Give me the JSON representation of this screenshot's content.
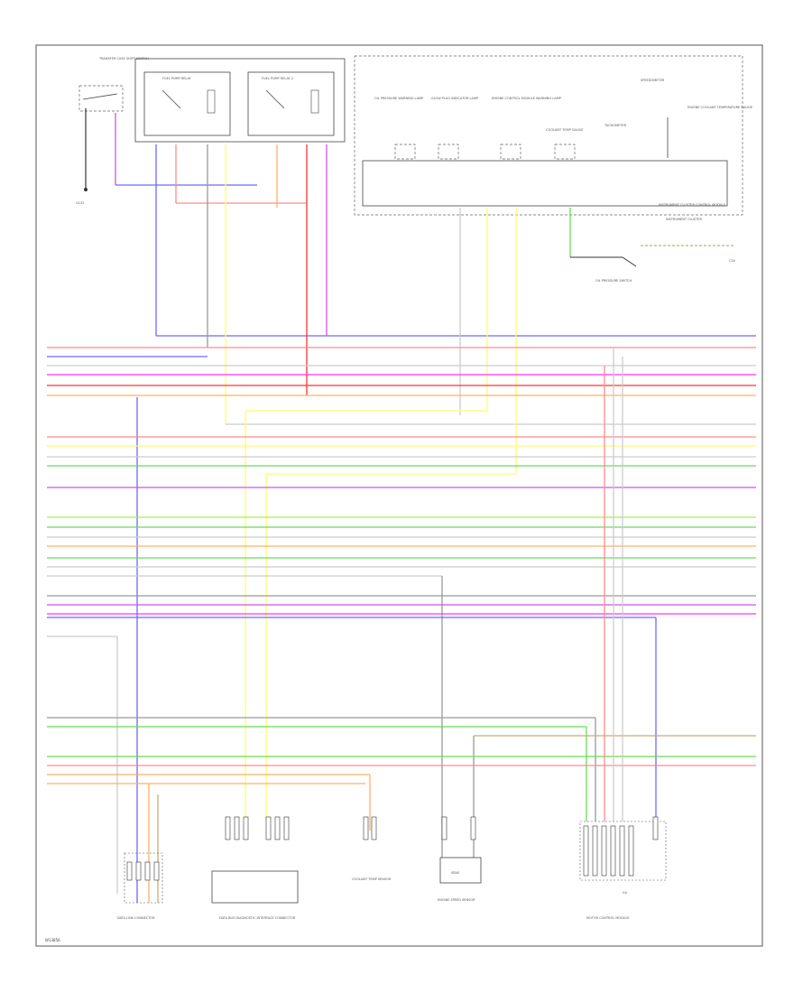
{
  "diagram_id": "W13856",
  "labels": {
    "trans_switch": "TRANSFER CASE SHIFT SWITCH",
    "relay1": "FUEL PUMP RELAY",
    "relay2": "FUEL PUMP RELAY 2",
    "cluster_title": "INSTRUMENT CLUSTER",
    "cluster_sub": "INSTRUMENT CLUSTER CONTROL MODULE",
    "oil_lamp": "OIL PRESSURE WARNING LAMP",
    "glow_lamp": "GLOW PLUG INDICATOR LAMP",
    "engine_lamp": "ENGINE CONTROL MODULE WARNING LAMP",
    "fuel_gauge": "COOLANT TEMP GAUGE",
    "tach": "TACHOMETER",
    "speedo": "SPEEDOMETER",
    "temp_gauge": "ENGINE COOLANT TEMPERATURE GAUGE",
    "oil_switch": "OIL PRESSURE SWITCH",
    "g132": "G132",
    "c20": "C20",
    "c_left": "DATA LINK CONNECTOR",
    "c_mid": "DATA BUS DIAGNOSTIC INTERFACE CONNECTOR",
    "c_mid2": "COOLANT TEMP SENSOR",
    "c_right1": "ENGINE SPEED SENSOR",
    "c_right2": "MOTOR CONTROL MODULE",
    "g0": "G0",
    "sensor_lbl": "SENS"
  },
  "wire_colors": {
    "blue": "#6a6aff",
    "pink": "#ff8c8c",
    "magenta": "#ff33ff",
    "violet": "#cc55ee",
    "red": "#ff3333",
    "orange": "#ffb066",
    "yellow": "#ffff66",
    "green": "#66dd55",
    "lime": "#aaee44",
    "gray": "#999999",
    "black": "#333333",
    "lightgray": "#cccccc",
    "tan": "#ccaa77",
    "cyan": "#66cccc"
  }
}
